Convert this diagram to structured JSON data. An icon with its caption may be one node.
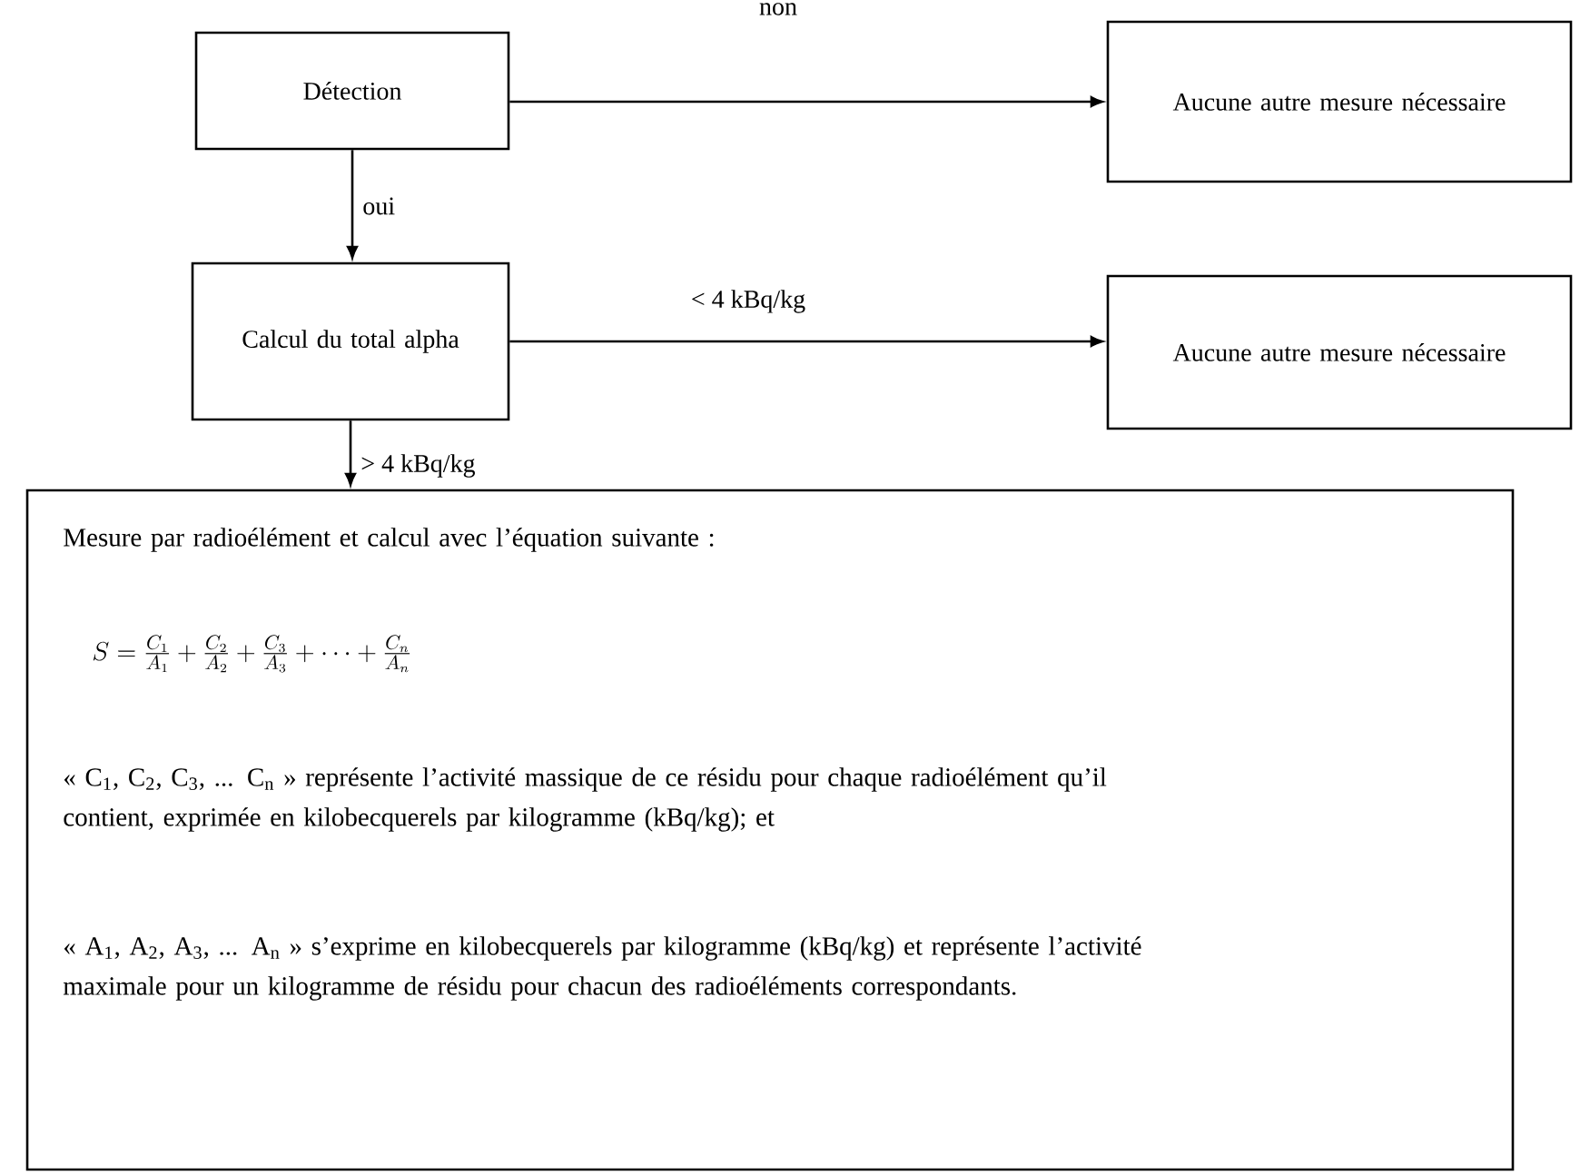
{
  "diagram": {
    "nodes": [
      {
        "text": [
          "Détection"
        ]
      },
      {
        "text": [
          "Aucune autre mesure nécessaire"
        ]
      },
      {
        "text": [
          "Calcul du total alpha"
        ]
      },
      {
        "text": [
          "Aucune autre mesure nécessaire"
        ]
      },
      {
        "text": [
          "Mesure par radioélément et calcul avec l’équation suivante :",
          "S = \\frac{C_1}{A_1} + \\frac{C_2}{A_2} + \\frac{C_3}{A_3} + \\dots + \\frac{C_n}{A_n}",
          "« C$_{1}$, C$_{2}$, C$_{3}$, ... C$_{n}$ » représente l’activité massique de ce résidu pour chaque radioélément qu’il contient, exprimée en kilobecquerels par kilogramme (kBq/kg); et",
          "« A$_{1}$, A$_{2}$, A$_{3}$, ... A$_{n}$ » s’exprime en kilobecquerels par kilogramme (kBq/kg) et représente l’activité maximale pour un kilogramme de résidu pour chacun des radioéléments correspondants."
        ]
      }
    ],
    "edges": [
      {
        "from": 0,
        "to": 1,
        "arrow": "to",
        "label": "non"
      },
      {
        "from": 0,
        "to": 2,
        "arrow": "to",
        "label": "oui"
      },
      {
        "from": 2,
        "to": 3,
        "arrow": "to",
        "label": "< 4 kBq/kg"
      },
      {
        "from": 2,
        "to": 4,
        "arrow": "to",
        "label": "> 4 kBq/kg"
      }
    ]
  }
}
